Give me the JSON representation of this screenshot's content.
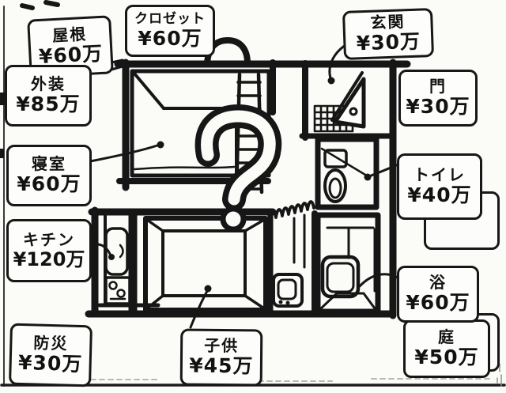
{
  "colors": {
    "ink": "#161616",
    "paper": "#fbfbf8"
  },
  "center_symbol": "?",
  "labels": [
    {
      "id": "roof",
      "name": "屋根",
      "price": "¥60万"
    },
    {
      "id": "closet",
      "name": "クロゼット",
      "price": "¥60万"
    },
    {
      "id": "entrance",
      "name": "玄関",
      "price": "¥30万"
    },
    {
      "id": "gate",
      "name": "門",
      "price": "¥30万"
    },
    {
      "id": "exterior",
      "name": "外装",
      "price": "¥85万"
    },
    {
      "id": "bedroom",
      "name": "寝室",
      "price": "¥60万"
    },
    {
      "id": "toilet",
      "name": "トイレ",
      "price": "¥40万"
    },
    {
      "id": "kitchen",
      "name": "キチン",
      "price": "¥120万"
    },
    {
      "id": "bath",
      "name": "浴",
      "price": "¥60万"
    },
    {
      "id": "disaster-prevention",
      "name": "防災",
      "price": "¥30万"
    },
    {
      "id": "kids-room",
      "name": "子供",
      "price": "¥45万"
    },
    {
      "id": "garden",
      "name": "庭",
      "price": "¥50万"
    }
  ]
}
